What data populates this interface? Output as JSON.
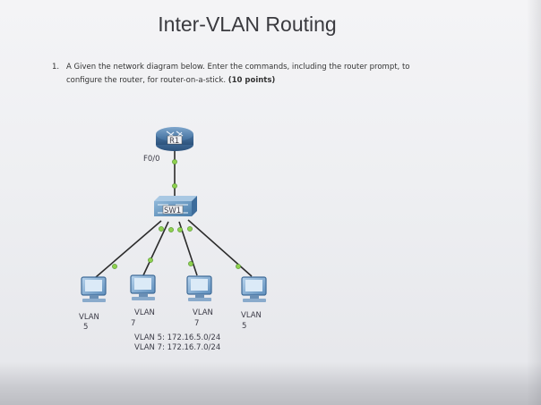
{
  "document": {
    "title": "Inter-VLAN Routing",
    "question": {
      "number": "1.",
      "line1": "A Given the network diagram below. Enter the commands, including the router prompt, to",
      "line2_text": "configure the router, for router-on-a-stick.",
      "line2_points": "(10 points)"
    }
  },
  "diagram": {
    "router_label": "R1",
    "router_interface": "F0/0",
    "switch_label": "SW1",
    "pc_labels": [
      {
        "vlan": "VLAN",
        "id": "5"
      },
      {
        "vlan": "VLAN",
        "id": "7"
      },
      {
        "vlan": "VLAN",
        "id": "7"
      },
      {
        "vlan": "VLAN",
        "id": "5"
      }
    ],
    "subnets": [
      "VLAN 5: 172.16.5.0/24",
      "VLAN 7: 172.16.7.0/24"
    ]
  }
}
